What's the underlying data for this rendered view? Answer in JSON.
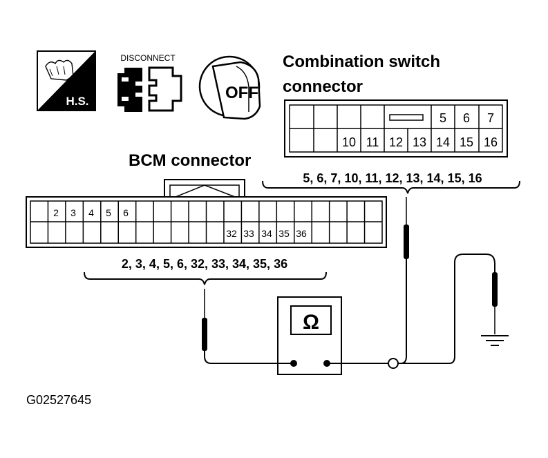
{
  "icons": {
    "hs_label": "H.S.",
    "disconnect_label": "DISCONNECT",
    "off_label": "OFF"
  },
  "combination_switch": {
    "title_line1": "Combination switch",
    "title_line2": "connector",
    "top_pins": [
      "5",
      "6",
      "7"
    ],
    "bottom_pins": [
      "10",
      "11",
      "12",
      "13",
      "14",
      "15",
      "16"
    ],
    "pin_list": "5, 6, 7, 10, 11, 12, 13, 14, 15, 16"
  },
  "bcm": {
    "title": "BCM connector",
    "top_pins": [
      "2",
      "3",
      "4",
      "5",
      "6"
    ],
    "bottom_pins": [
      "32",
      "33",
      "34",
      "35",
      "36"
    ],
    "pin_list": "2, 3, 4, 5, 6, 32, 33, 34, 35, 36"
  },
  "meter": {
    "symbol": "Ω"
  },
  "figure_id": "G02527645"
}
